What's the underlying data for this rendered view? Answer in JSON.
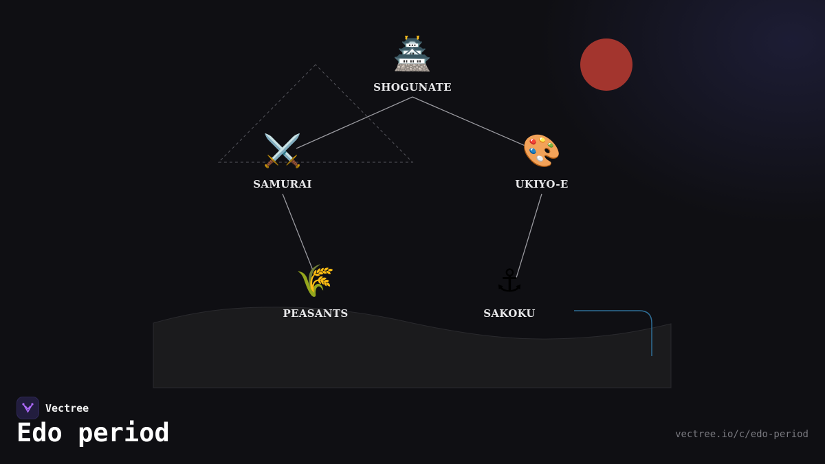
{
  "diagram": {
    "nodes": [
      {
        "id": "shogunate",
        "label": "SHOGUNATE",
        "icon": "castle-icon",
        "glyph": "🏯"
      },
      {
        "id": "samurai",
        "label": "SAMURAI",
        "icon": "crossed-swords-icon",
        "glyph": "⚔️"
      },
      {
        "id": "ukiyoe",
        "label": "UKIYO-E",
        "icon": "palette-icon",
        "glyph": "🎨"
      },
      {
        "id": "peasants",
        "label": "PEASANTS",
        "icon": "rice-sheaf-icon",
        "glyph": "🌾"
      },
      {
        "id": "sakoku",
        "label": "SAKOKU",
        "icon": "anchor-icon",
        "glyph": "⚓"
      }
    ],
    "edges": [
      {
        "from": "shogunate",
        "to": "samurai"
      },
      {
        "from": "shogunate",
        "to": "ukiyoe"
      },
      {
        "from": "samurai",
        "to": "peasants"
      },
      {
        "from": "ukiyoe",
        "to": "sakoku"
      }
    ],
    "colors": {
      "sun": "#a3352e",
      "edge": "#9a9aa0",
      "hill": "#1b1b1d",
      "hill_stroke": "#2a2a2e",
      "accent_line": "#2f6e96",
      "triangle": "#55555c"
    }
  },
  "brand": {
    "name": "Vectree",
    "logo_icon": "vectree-logo-icon",
    "logo_color": "#b06bff"
  },
  "title": "Edo period",
  "url": "vectree.io/c/edo-period"
}
